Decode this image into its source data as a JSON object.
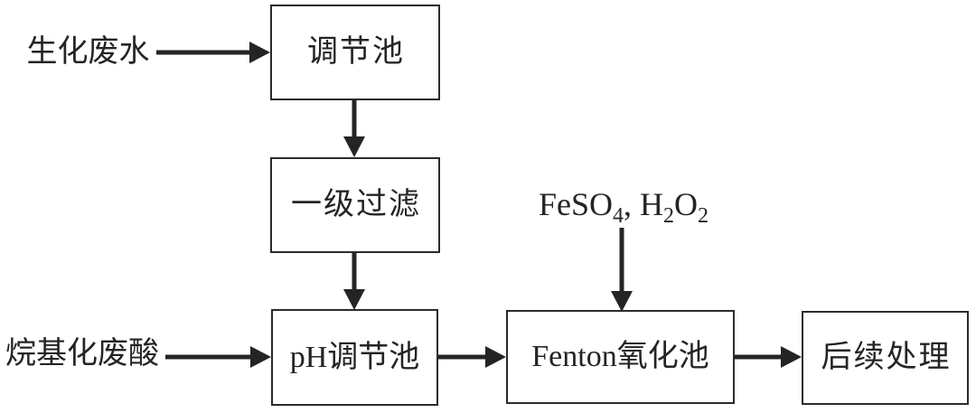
{
  "colors": {
    "ink": "#242424",
    "box_border": "#2b2b2b",
    "background": "#ffffff"
  },
  "diagram": {
    "inputs": [
      {
        "label": "生化废水"
      },
      {
        "label": "烷基化废酸"
      }
    ],
    "reagent_label": {
      "p1": "FeSO",
      "s1": "4",
      "p2": ", H",
      "s2": "2",
      "p3": "O",
      "s3": "2"
    },
    "nodes": [
      {
        "label": "调节池"
      },
      {
        "label": "一级过滤"
      },
      {
        "label": "pH调节池"
      },
      {
        "label": "Fenton氧化池"
      },
      {
        "label": "后续处理"
      }
    ],
    "edges": [
      {
        "from": "生化废水",
        "to": "调节池"
      },
      {
        "from": "调节池",
        "to": "一级过滤"
      },
      {
        "from": "一级过滤",
        "to": "pH调节池"
      },
      {
        "from": "烷基化废酸",
        "to": "pH调节池"
      },
      {
        "from": "pH调节池",
        "to": "Fenton氧化池"
      },
      {
        "from": "FeSO4, H2O2",
        "to": "Fenton氧化池"
      },
      {
        "from": "Fenton氧化池",
        "to": "后续处理"
      }
    ]
  }
}
